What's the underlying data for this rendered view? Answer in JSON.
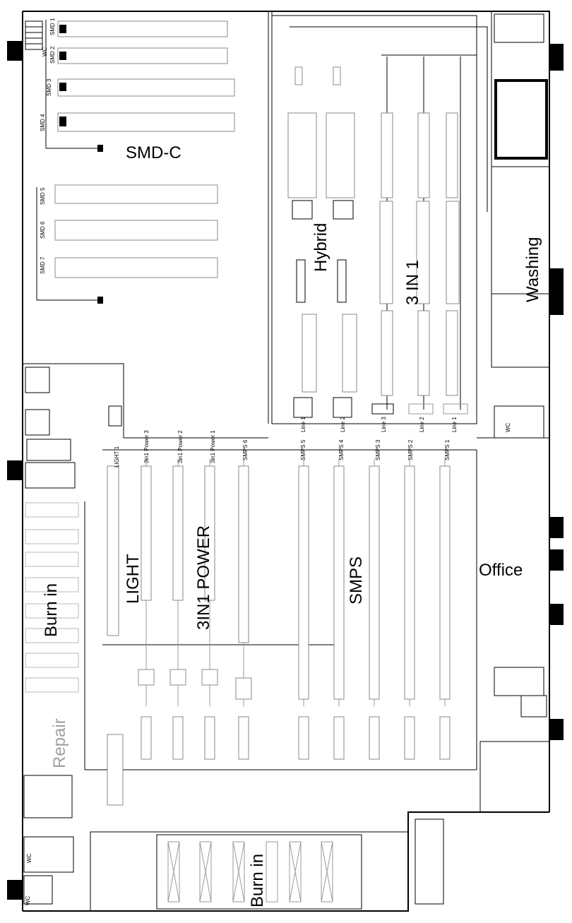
{
  "areas": {
    "smd_c": "SMD-C",
    "hybrid": "Hybrid",
    "three_in_one": "3 IN 1",
    "washing": "Washing",
    "light": "LIGHT",
    "three_in_one_power": "3IN1 POWER",
    "smps": "SMPS",
    "office": "Office",
    "burn_in_left": "Burn in",
    "repair": "Repair",
    "burn_in_bottom": "Burn in"
  },
  "smd_lines": [
    "SMD 1",
    "SMD 2",
    "SMD 3",
    "SMD 4",
    "SMD 5",
    "SMD 6",
    "SMD 7"
  ],
  "upper_lines": [
    "Line 1",
    "Line 2",
    "Line 3",
    "Line 2",
    "Line 1"
  ],
  "lower_lines": [
    "LIGHT 1",
    "3in1 Power 3",
    "3in1 Power 2",
    "3in1 Power 1",
    "SMPS 6",
    "SMPS 5",
    "SMPS 4",
    "SMPS 3",
    "SMPS 2",
    "SMPS 1"
  ],
  "wc_labels": [
    "WC",
    "WC",
    "WC",
    "WC"
  ]
}
